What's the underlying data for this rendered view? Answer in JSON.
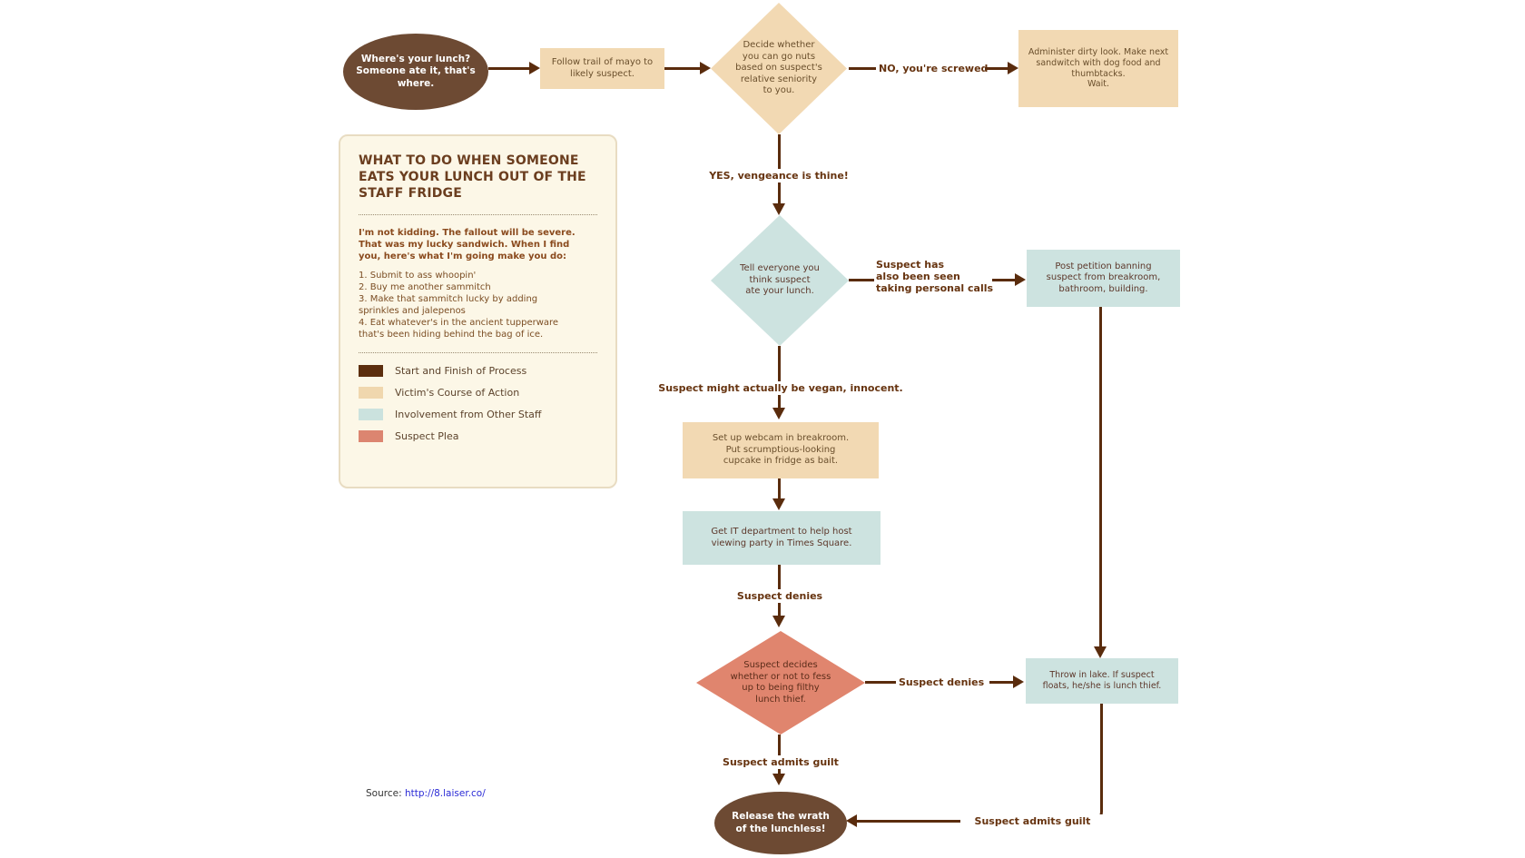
{
  "panel": {
    "title": "WHAT TO DO WHEN SOMEONE EATS YOUR LUNCH OUT OF THE STAFF FRIDGE",
    "intro": "I'm not kidding. The fallout will be severe.\nThat was my lucky sandwich. When I find\nyou, here's what I'm going make you do:",
    "steps": [
      "1. Submit to ass whoopin'",
      "2. Buy me another sammitch",
      "3. Make that sammitch lucky by adding\nsprinkles and jalepenos",
      "4. Eat whatever's in the ancient tupperware\nthat's been hiding behind the bag of ice."
    ],
    "legend": [
      {
        "label": "Start and Finish of Process",
        "color": "#5c2e0e"
      },
      {
        "label": "Victim's Course of Action",
        "color": "#f0d7ae"
      },
      {
        "label": "Involvement from Other Staff",
        "color": "#cbe2de"
      },
      {
        "label": "Suspect Plea",
        "color": "#dc8570"
      }
    ]
  },
  "nodes": {
    "start": "Where's your lunch?\nSomeone ate it, that's\nwhere.",
    "follow": "Follow trail of mayo to\nlikely suspect.",
    "decide": "Decide whether\nyou can go nuts\nbased on suspect's\nrelative seniority\nto you.",
    "administer": "Administer dirty look. Make next\nsandwitch with dog food and\nthumbtacks.\nWait.",
    "tell": "Tell everyone you\nthink suspect\nate your lunch.",
    "petition": "Post petition banning\nsuspect from breakroom,\nbathroom, building.",
    "webcam": "Set up webcam in breakroom.\nPut scrumptious-looking\ncupcake in fridge as bait.",
    "it_dept": "Get IT department to help host\nviewing party in Times Square.",
    "decides": "Suspect decides\nwhether or not to fess\nup to being filthy\nlunch thief.",
    "lake": "Throw in lake. If suspect\nfloats, he/she is lunch thief.",
    "finish": "Release the wrath\nof the lunchless!"
  },
  "labels": {
    "no_screwed": "NO, you're screwed",
    "yes_vengeance": "YES, vengeance is thine!",
    "personal_calls": "Suspect has\nalso been seen\ntaking personal calls",
    "vegan": "Suspect might actually be vegan, innocent.",
    "denies_down": "Suspect denies",
    "denies_right": "Suspect denies",
    "admits_down": "Suspect admits guilt",
    "admits_right": "Suspect admits guilt"
  },
  "source": {
    "prefix": "Source:",
    "url": "http://8.laiser.co/"
  },
  "colors": {
    "start_finish": "#6d4a33",
    "victim_action": "#f2d9b3",
    "other_staff": "#cde3e0",
    "suspect_plea": "#e0856e",
    "arrow": "#5a2c0d"
  }
}
